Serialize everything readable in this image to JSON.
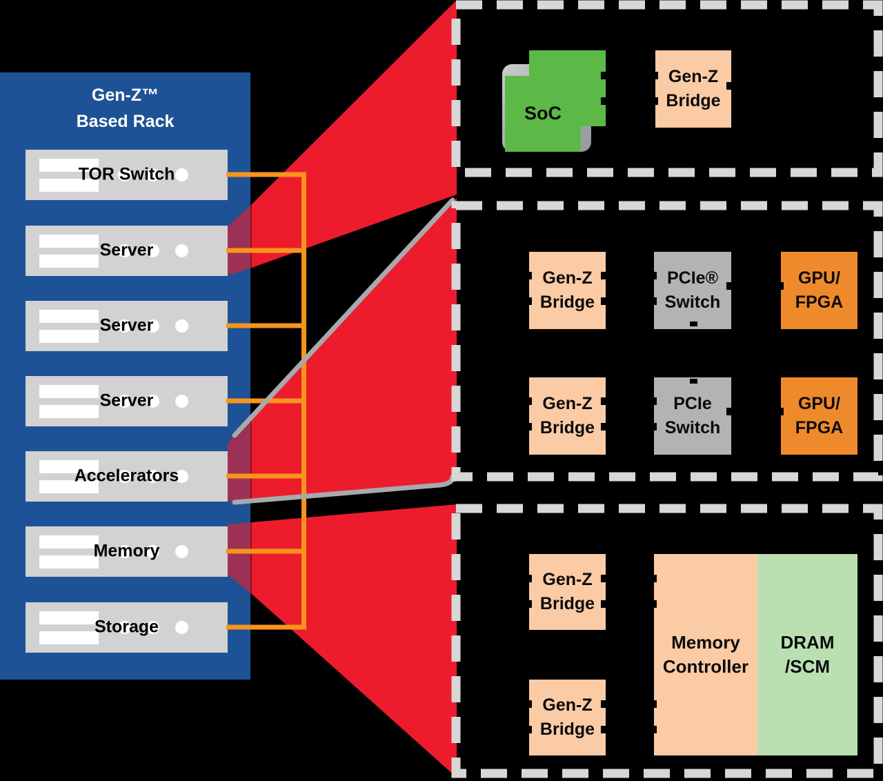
{
  "rack": {
    "title_line1": "Gen-Z™",
    "title_line2": "Based Rack",
    "units": [
      {
        "label": "TOR Switch"
      },
      {
        "label": "Server"
      },
      {
        "label": "Server"
      },
      {
        "label": "Server"
      },
      {
        "label": "Accelerators"
      },
      {
        "label": "Memory"
      },
      {
        "label": "Storage"
      }
    ]
  },
  "top_panel": {
    "soc_label": "SoC",
    "bridge_label": "Gen-Z Bridge"
  },
  "middle_panel": {
    "row1": {
      "bridge": "Gen-Z Bridge",
      "switch": "PCIe® Switch",
      "gpu": "GPU/ FPGA"
    },
    "row2": {
      "bridge": "Gen-Z Bridge",
      "switch": "PCIe Switch",
      "gpu": "GPU/ FPGA"
    }
  },
  "bottom_panel": {
    "bridge1": "Gen-Z Bridge",
    "bridge2": "Gen-Z Bridge",
    "memory_controller": "Memory Controller",
    "dram": "DRAM /SCM"
  },
  "colors": {
    "rack_blue": "#1E5296",
    "unit_gray": "#D2D2D2",
    "beam_red": "#EC1C2D",
    "fabric_orange": "#F7941D",
    "dash_gray": "#D7D7D7",
    "bridge_peach": "#FACBA5",
    "pcie_gray": "#B2B3B5",
    "gpu_orange": "#EF8A2C",
    "soc_green": "#5CB948",
    "dram_green": "#BAE0B2",
    "edge_silver": "#A7A9AC"
  }
}
